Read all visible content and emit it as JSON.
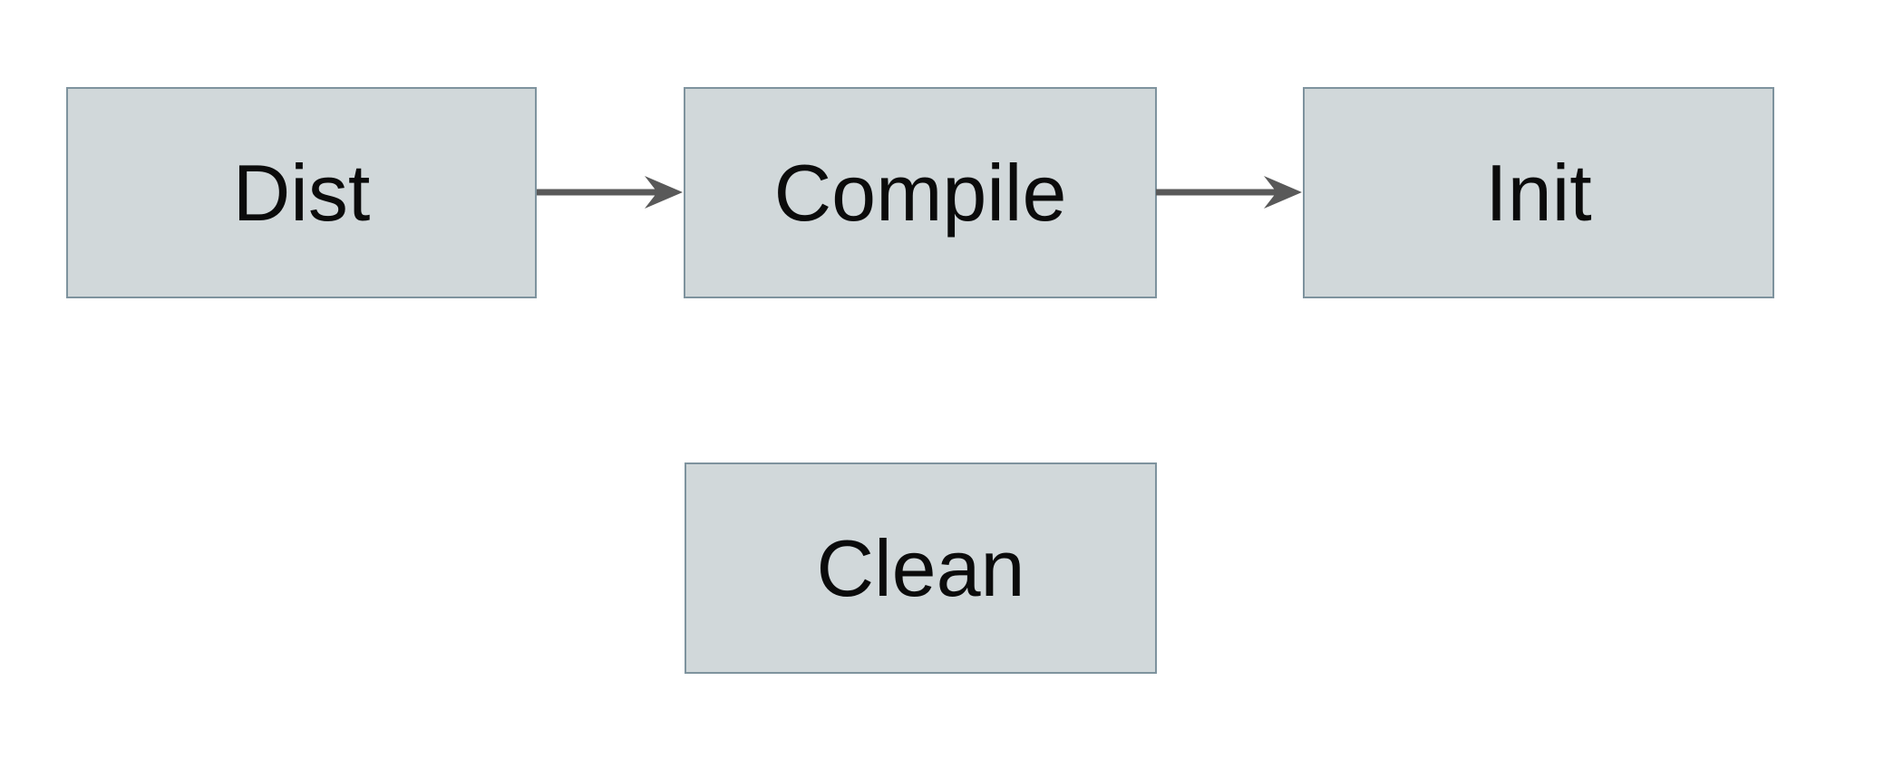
{
  "diagram": {
    "nodes": [
      {
        "id": "dist",
        "label": "Dist"
      },
      {
        "id": "compile",
        "label": "Compile"
      },
      {
        "id": "init",
        "label": "Init"
      },
      {
        "id": "clean",
        "label": "Clean"
      }
    ],
    "edges": [
      {
        "from": "dist",
        "to": "compile",
        "style": "solid-arrow"
      },
      {
        "from": "compile",
        "to": "init",
        "style": "solid-arrow"
      }
    ]
  },
  "colors": {
    "node-fill": "#d1d8da",
    "node-border": "#7e939e",
    "arrow": "#595959",
    "text": "#0b0b0b",
    "background": "#ffffff"
  }
}
